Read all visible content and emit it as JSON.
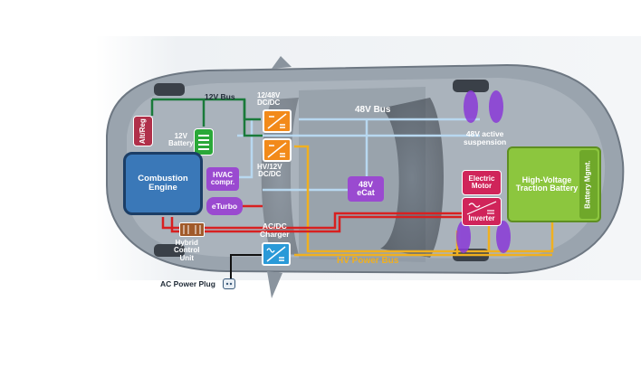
{
  "diagram": {
    "bus_12v": "12V Bus",
    "bus_48v": "48V Bus",
    "bus_hv": "HV Power Bus",
    "alt_reg": "Alt/Reg",
    "battery_12v": [
      "12V",
      "Battery"
    ],
    "dcdc_12_48": [
      "12/48V",
      "DC/DC"
    ],
    "dcdc_hv_12": [
      "HV/12V",
      "DC/DC"
    ],
    "combustion_engine": [
      "Combustion",
      "Engine"
    ],
    "hvac": [
      "HVAC",
      "compr."
    ],
    "eturbo": "eTurbo",
    "ecat": [
      "48V",
      "eCat"
    ],
    "active_suspension": [
      "48V active",
      "suspension"
    ],
    "electric_motor": [
      "Electric",
      "Motor"
    ],
    "inverter": "Inverter",
    "hv_battery": [
      "High-Voltage",
      "Traction Battery"
    ],
    "battery_mgmt": "Battery Mgmt.",
    "acdc_charger": [
      "AC/DC",
      "Charger"
    ],
    "hybrid_control": [
      "Hybrid",
      "Control",
      "Unit"
    ],
    "ac_plug": "AC Power Plug"
  },
  "colors": {
    "bus_12v": "#1a7a3a",
    "bus_48v": "#b8d8f0",
    "bus_hv": "#f0b020",
    "dcdc": "#f28a1a",
    "alt_reg": "#b0304a",
    "battery_12v": "#2aa838",
    "engine": "#3a78b8",
    "hvac": "#9a4ad0",
    "motor": "#d0245a",
    "hv_battery": "#8cc63e",
    "charger": "#2a9ad8"
  }
}
